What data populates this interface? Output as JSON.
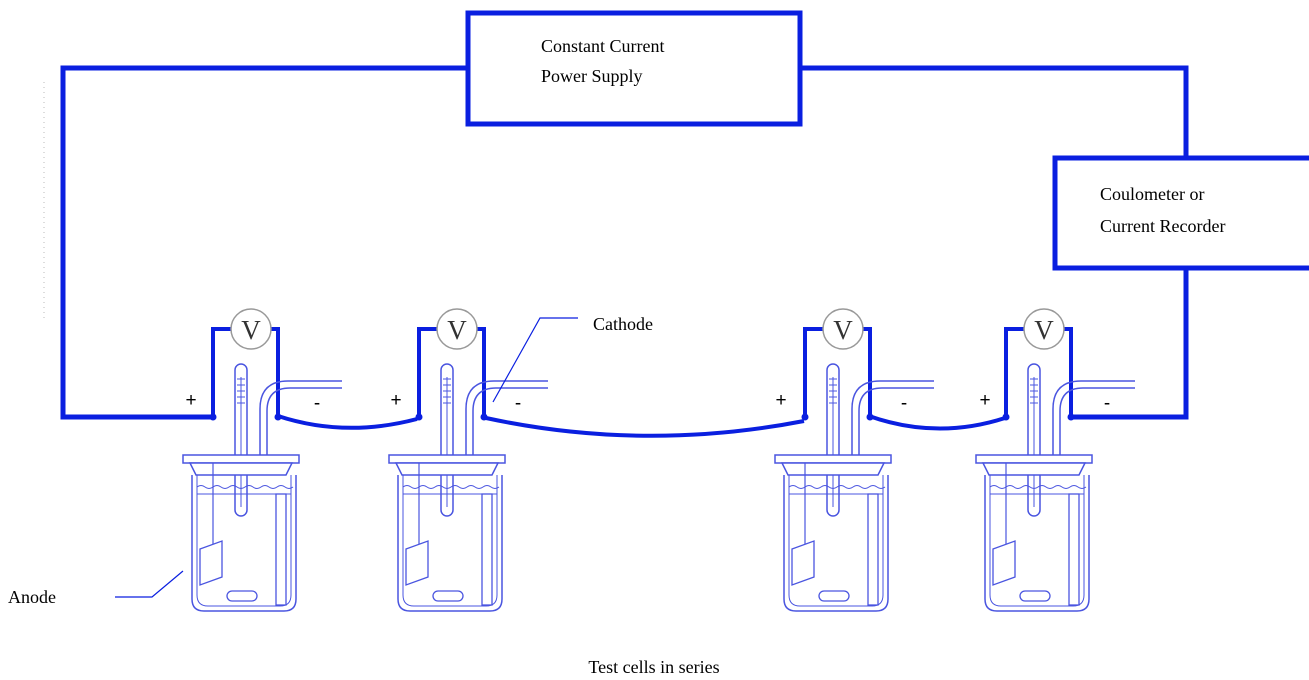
{
  "power_supply": {
    "line1": "Constant Current",
    "line2": "Power Supply"
  },
  "coulometer": {
    "line1": "Coulometer or",
    "line2": "Current Recorder"
  },
  "cathode_label": "Cathode",
  "anode_label": "Anode",
  "caption": "Test cells in series",
  "voltmeter_symbol": "V",
  "plus_sign": "+",
  "minus_sign": "-",
  "colors": {
    "wire": "#0a1fe0",
    "cell": "#4a55e0",
    "voltmeter": "#999999",
    "text": "#000000"
  },
  "cells": [
    {
      "id": 1
    },
    {
      "id": 2
    },
    {
      "id": 3
    },
    {
      "id": 4
    }
  ]
}
